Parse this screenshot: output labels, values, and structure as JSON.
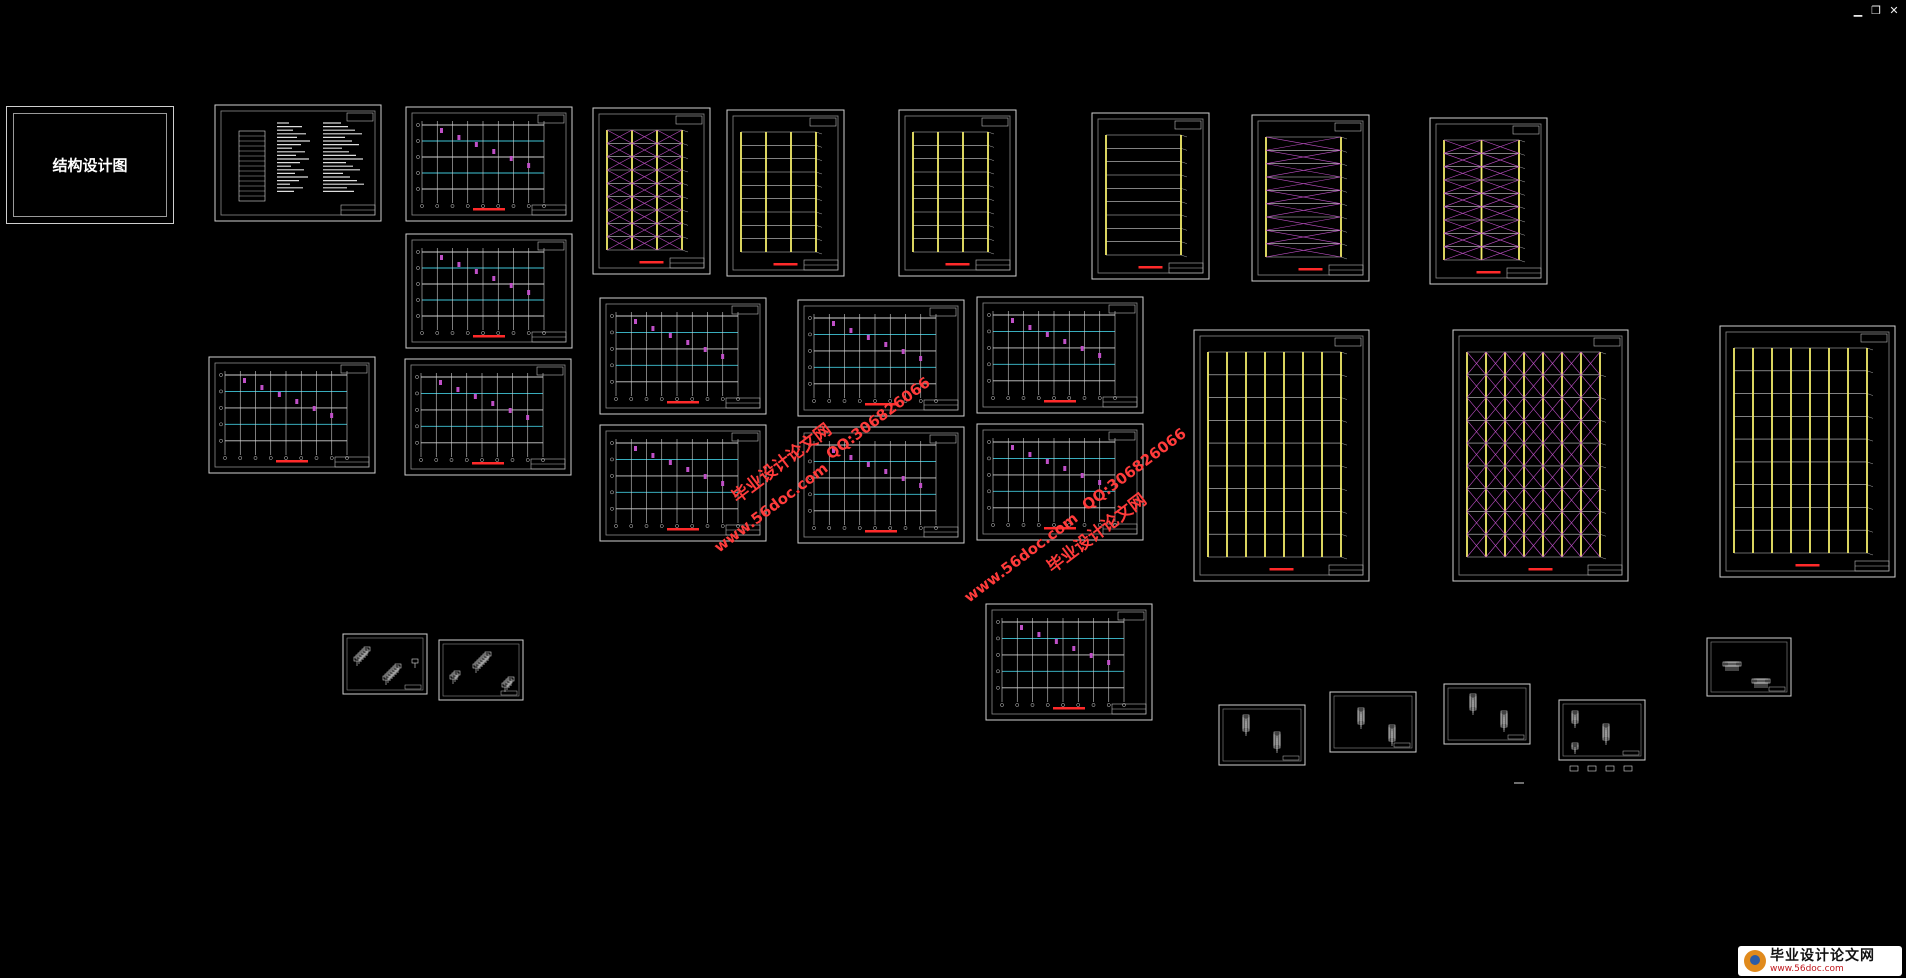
{
  "window_controls": {
    "minimize": "▁",
    "restore": "❐",
    "close": "✕"
  },
  "cover_sheet": {
    "title": "结构设计图"
  },
  "watermarks": [
    {
      "text": "毕业设计论文网",
      "color": "#ff3b3b"
    },
    {
      "text": "www.56doc.com",
      "color": "#ff3b3b"
    },
    {
      "text": "QQ:306826066",
      "color": "#ff3b3b"
    },
    {
      "text": "毕业设计论文网",
      "color": "#ff3b3b"
    },
    {
      "text": "www.56doc.com",
      "color": "#ff3b3b"
    },
    {
      "text": "QQ:306826066",
      "color": "#ff3b3b"
    }
  ],
  "logo": {
    "name": "毕业设计论文网",
    "url": "www.56doc.com"
  },
  "colors": {
    "background": "#000000",
    "sheet_border": "#cfcfcf",
    "grid_line": "#cfcfcf",
    "beam_cyan": "#41c6d8",
    "column_yellow": "#f2ec6a",
    "brace_magenta": "#c050c8",
    "title_red": "#ff2a2a"
  }
}
